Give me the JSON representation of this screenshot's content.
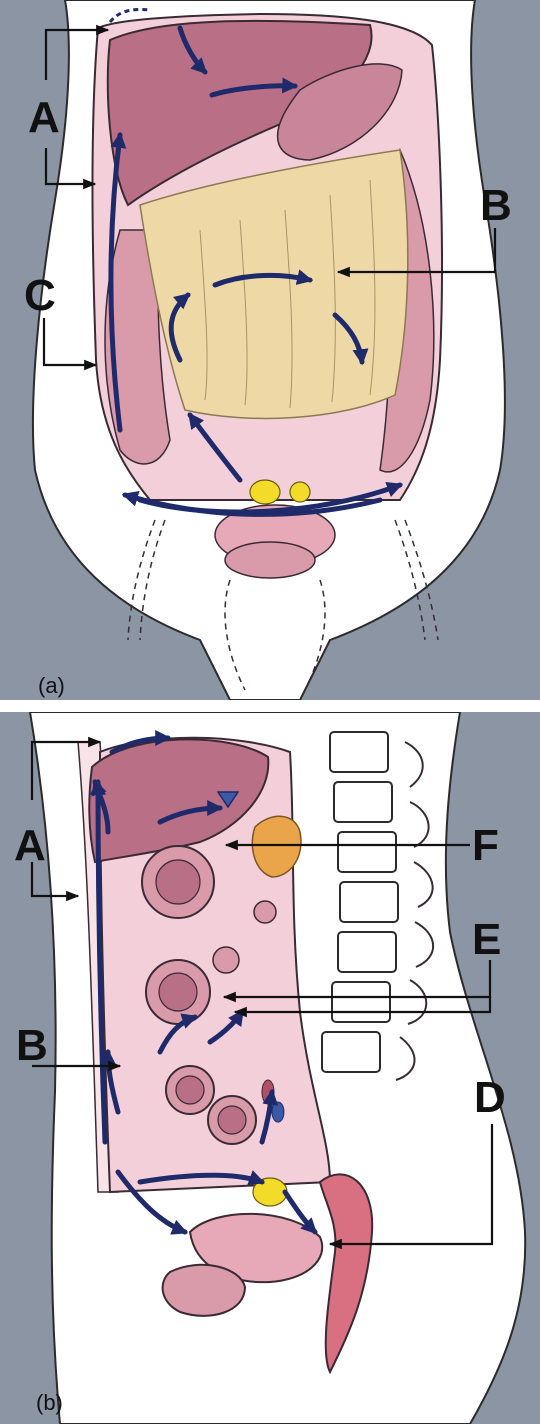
{
  "colors": {
    "background_band": "#8c95a4",
    "flow_arrow": "#1f2a6b",
    "omentum": "#eed9a6",
    "peritoneal_cavity": "#f3cfda",
    "organ": "#b96f86",
    "bowel": "#d99aaa",
    "ovary_yellow": "#f2dc29",
    "kidney_orange": "#eaa54a",
    "label_text": "#111111"
  },
  "icons": [
    "arrow-icon"
  ],
  "panel_a": {
    "caption": "(a)",
    "labels": {
      "A": "A",
      "B": "B",
      "C": "C"
    }
  },
  "panel_b": {
    "caption": "(b)",
    "labels": {
      "A": "A",
      "B": "B",
      "D": "D",
      "E": "E",
      "F": "F"
    }
  }
}
